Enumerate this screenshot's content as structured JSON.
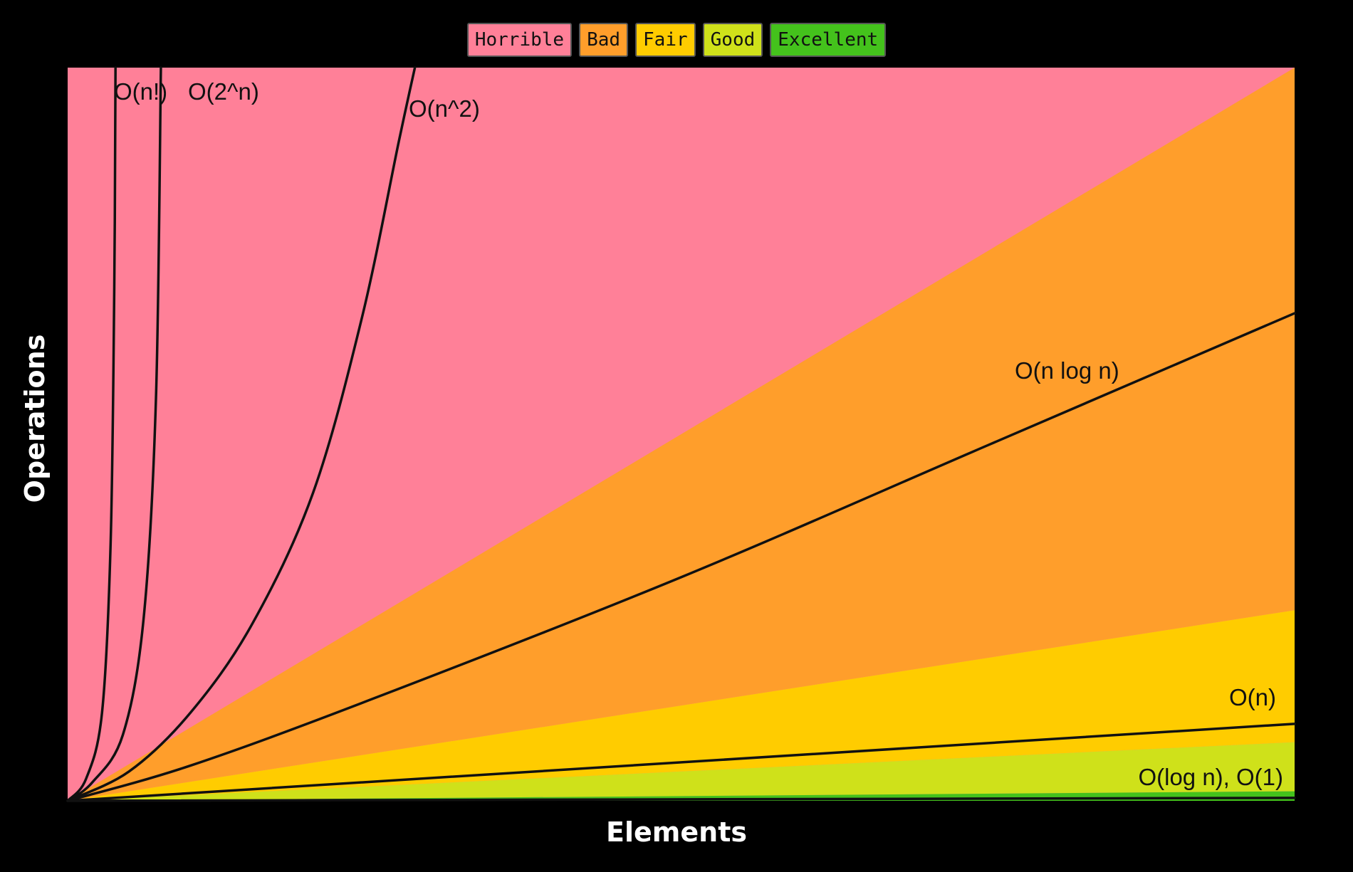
{
  "chart_data": {
    "type": "area",
    "xlabel": "Elements",
    "ylabel": "Operations",
    "grid": false,
    "legend_position": "top-center",
    "legend": [
      {
        "label": "Horrible",
        "color": "#ff8098"
      },
      {
        "label": "Bad",
        "color": "#ff9e2b"
      },
      {
        "label": "Fair",
        "color": "#ffcc00"
      },
      {
        "label": "Good",
        "color": "#cfe11a"
      },
      {
        "label": "Excellent",
        "color": "#44c21c"
      }
    ],
    "xlim": [
      0,
      100
    ],
    "ylim": [
      0,
      100
    ],
    "bands": [
      {
        "category": "Horrible",
        "color": "#ff8098",
        "upper_at_xmax": 100,
        "lower_at_xmax": 100
      },
      {
        "category": "Bad",
        "color": "#ff9e2b",
        "upper_at_xmax": 100,
        "lower_at_xmax": 26
      },
      {
        "category": "Fair",
        "color": "#ffcc00",
        "upper_at_xmax": 26,
        "lower_at_xmax": 8
      },
      {
        "category": "Good",
        "color": "#cfe11a",
        "upper_at_xmax": 8,
        "lower_at_xmax": 1.3
      },
      {
        "category": "Excellent",
        "color": "#44c21c",
        "upper_at_xmax": 1.3,
        "lower_at_xmax": 0
      }
    ],
    "series": [
      {
        "name": "O(n!)",
        "points": [
          [
            0,
            0
          ],
          [
            1.5,
            3
          ],
          [
            2.8,
            12
          ],
          [
            3.5,
            35
          ],
          [
            3.8,
            70
          ],
          [
            3.9,
            100
          ]
        ]
      },
      {
        "name": "O(2^n)",
        "points": [
          [
            0,
            0
          ],
          [
            2,
            2.5
          ],
          [
            4.5,
            9
          ],
          [
            6.2,
            25
          ],
          [
            7.2,
            55
          ],
          [
            7.6,
            100
          ]
        ]
      },
      {
        "name": "O(n^2)",
        "points": [
          [
            0,
            0
          ],
          [
            5,
            4
          ],
          [
            10,
            12
          ],
          [
            15,
            24
          ],
          [
            20,
            42
          ],
          [
            24,
            66
          ],
          [
            27,
            90
          ],
          [
            28.3,
            100
          ]
        ]
      },
      {
        "name": "O(n log n)",
        "points": [
          [
            0,
            0
          ],
          [
            10,
            4.8
          ],
          [
            25,
            14
          ],
          [
            50,
            30.5
          ],
          [
            75,
            48.5
          ],
          [
            100,
            66.5
          ]
        ]
      },
      {
        "name": "O(n)",
        "points": [
          [
            0,
            0
          ],
          [
            100,
            10.5
          ]
        ]
      },
      {
        "name": "O(log n), O(1)",
        "points": [
          [
            0,
            0
          ],
          [
            100,
            0.4
          ]
        ]
      }
    ]
  }
}
